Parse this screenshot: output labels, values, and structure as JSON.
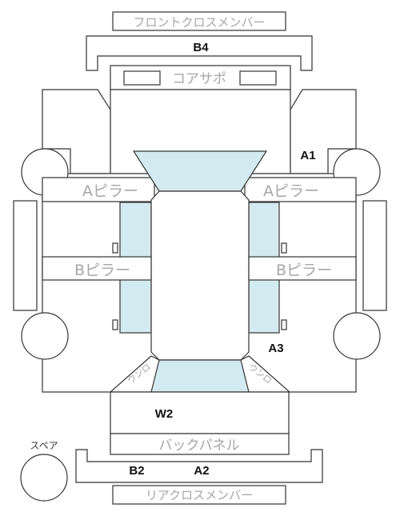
{
  "labels": {
    "front_cross_member": "フロントクロスメンバー",
    "core_support": "コアサポ",
    "a_pillar_left": "Aピラー",
    "a_pillar_right": "Aピラー",
    "b_pillar_left": "Bピラー",
    "b_pillar_right": "Bピラー",
    "back_panel": "バックパネル",
    "rear_cross_member": "リアクロスメンバー",
    "spare": "スペア",
    "side_curve_left": "ウンロ",
    "side_curve_right": "ウンロ"
  },
  "markers": {
    "b4": "B4",
    "a1": "A1",
    "a3": "A3",
    "w2": "W2",
    "b2": "B2",
    "a2": "A2"
  },
  "colors": {
    "outline": "#333333",
    "glass": "#d4eaf1",
    "faint_label": "#a6a6a6",
    "marker_text": "#111111"
  }
}
